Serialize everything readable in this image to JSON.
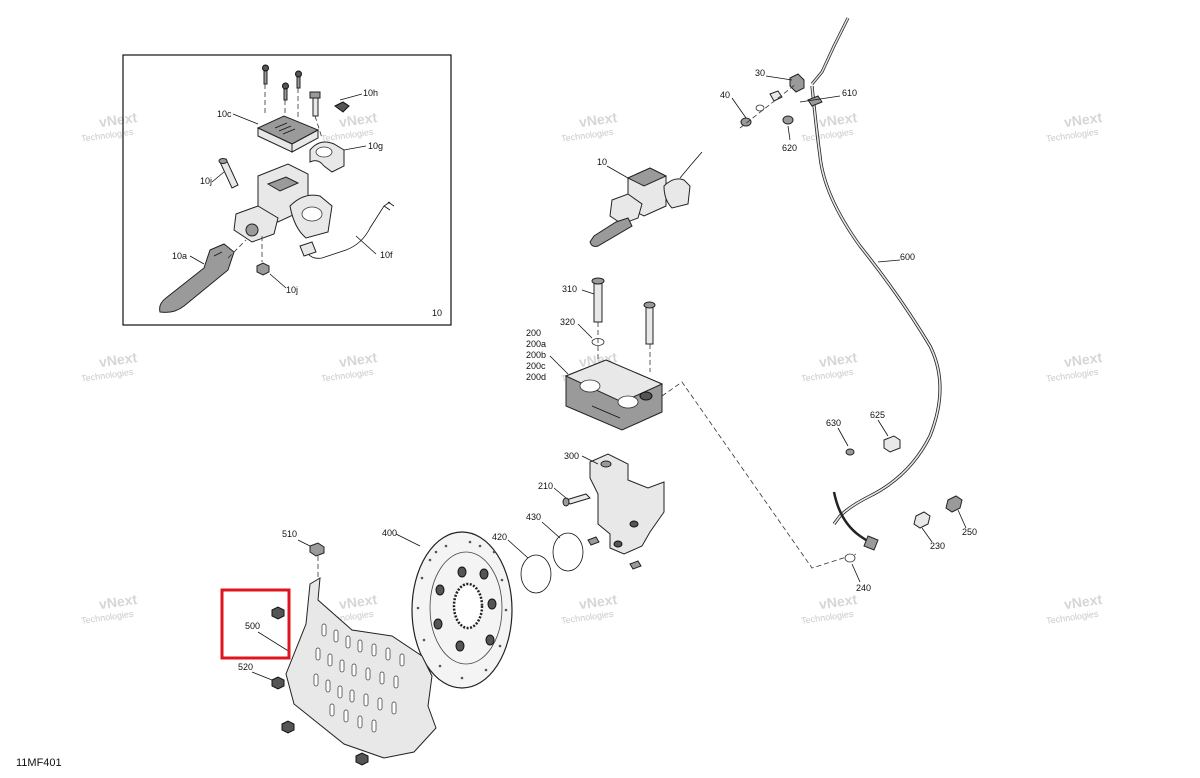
{
  "diagram_code": "11MF401",
  "inset": {
    "label": "10"
  },
  "watermark": {
    "line1": "vNext",
    "line2": "Technologies"
  },
  "callouts": {
    "10h": "10h",
    "10c": "10c",
    "10g": "10g",
    "10j": "10j",
    "10j_b": "10j",
    "10a": "10a",
    "10f": "10f",
    "30": "30",
    "40": "40",
    "610": "610",
    "620": "620",
    "10": "10",
    "600": "600",
    "310": "310",
    "320": "320",
    "200": "200",
    "200a": "200a",
    "200b": "200b",
    "200c": "200c",
    "200d": "200d",
    "630": "630",
    "625": "625",
    "300": "300",
    "210": "210",
    "430": "430",
    "420": "420",
    "400": "400",
    "510": "510",
    "500": "500",
    "520": "520",
    "250": "250",
    "230": "230",
    "240": "240"
  },
  "highlight": {
    "color": "#e0141e"
  },
  "colors": {
    "line": "#111111",
    "part_light": "#e8e8e8",
    "part_dark": "#9a9a9a",
    "watermark": "#c9c9c9"
  }
}
